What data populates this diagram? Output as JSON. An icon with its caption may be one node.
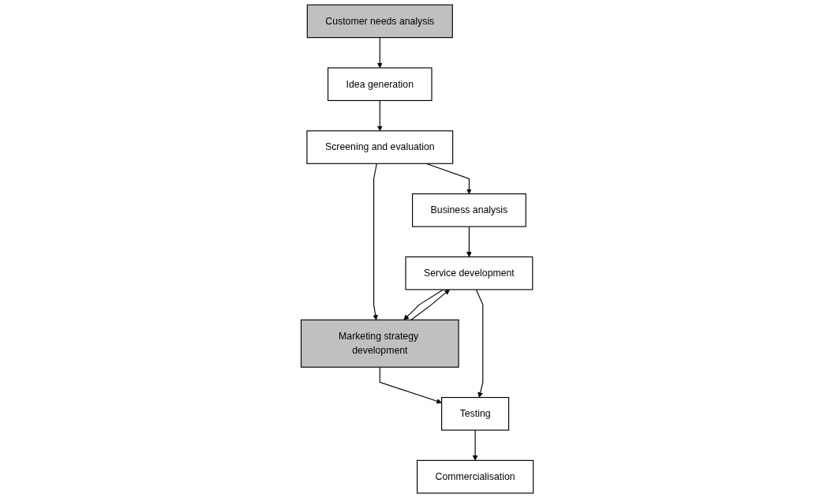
{
  "diagram": {
    "nodes": [
      {
        "text": [
          "Customer needs analysis"
        ]
      },
      {
        "text": [
          "Idea generation"
        ]
      },
      {
        "text": [
          "Screening and evaluation"
        ]
      },
      {
        "text": [
          "Business analysis"
        ]
      },
      {
        "text": [
          "Marketing strategy development"
        ]
      },
      {
        "text": [
          "Service development"
        ]
      },
      {
        "text": [
          "Testing"
        ]
      },
      {
        "text": [
          "Commercialisation"
        ]
      }
    ],
    "edges": [
      {
        "from": 0,
        "to": 1,
        "arrow": "to"
      },
      {
        "from": 1,
        "to": 2,
        "arrow": "to"
      },
      {
        "from": 2,
        "to": 3,
        "arrow": "to"
      },
      {
        "from": 2,
        "to": 4,
        "arrow": "to"
      },
      {
        "from": 3,
        "to": 5,
        "arrow": "to"
      },
      {
        "from": 5,
        "to": 4,
        "arrow": "to"
      },
      {
        "from": 4,
        "to": 5,
        "arrow": "to"
      },
      {
        "from": 4,
        "to": 6,
        "arrow": "to"
      },
      {
        "from": 5,
        "to": 6,
        "arrow": "to"
      },
      {
        "from": 6,
        "to": 7,
        "arrow": "to"
      }
    ]
  }
}
